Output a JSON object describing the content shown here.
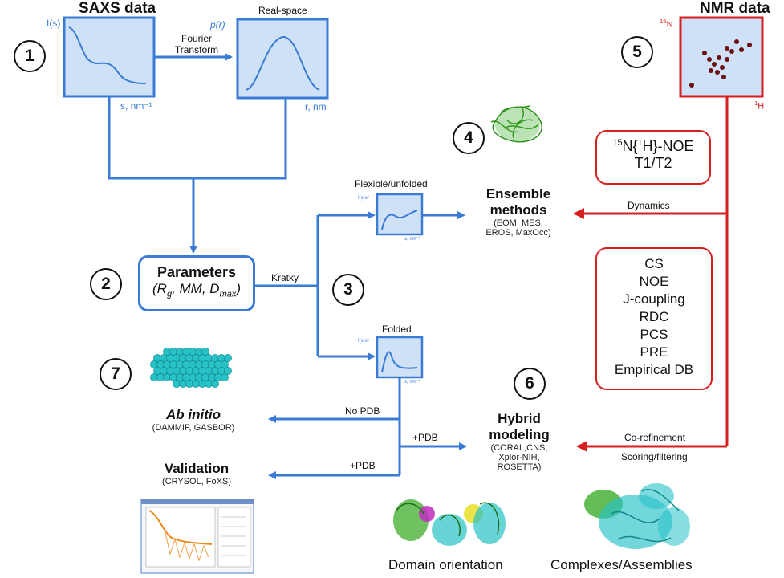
{
  "saxs": {
    "title": "SAXS data",
    "plot1": {
      "ylabel": "I(s)",
      "xlabel": "s, nm⁻¹"
    },
    "fourier": {
      "line1": "Fourier",
      "line2": "Transform"
    },
    "plot2": {
      "title": "Real-space",
      "ylabel": "p(r)",
      "xlabel": "r, nm"
    }
  },
  "nmr": {
    "title": "NMR data",
    "ylabel": "15N",
    "xlabel": "1H",
    "box_noe": {
      "line1": "15N{1H}-NOE",
      "line2": "T1/T2"
    },
    "dynamics": "Dynamics",
    "box_list": [
      "CS",
      "NOE",
      "J-coupling",
      "RDC",
      "PCS",
      "PRE",
      "Empirical DB"
    ],
    "corefinement": "Co-refinement",
    "scoring": "Scoring/filtering"
  },
  "steps": {
    "s1": "1",
    "s2": "2",
    "s3": "3",
    "s4": "4",
    "s5": "5",
    "s6": "6",
    "s7": "7"
  },
  "parameters": {
    "title": "Parameters",
    "vars": "(Rg, MM, Dmax)"
  },
  "kratky": {
    "label": "Kratky",
    "flexible": "Flexible/unfolded",
    "folded": "Folded",
    "ylabel": "I(s)s²",
    "xlabel": "s, nm⁻¹"
  },
  "ensemble": {
    "line1": "Ensemble",
    "line2": "methods",
    "tools1": "(EOM, MES,",
    "tools2": "EROS, MaxOcc)"
  },
  "hybrid": {
    "line1": "Hybrid",
    "line2": "modeling",
    "tools1": "(CORAL,CNS,",
    "tools2": "Xplor-NIH,",
    "tools3": "ROSETTA)"
  },
  "abinitio": {
    "title": "Ab initio",
    "tools": "(DAMMIF, GASBOR)"
  },
  "validation": {
    "title": "Validation",
    "tools": "(CRYSOL, FoXS)"
  },
  "arrows": {
    "no_pdb": "No PDB",
    "pdb1": "+PDB",
    "pdb2": "+PDB"
  },
  "bottom": {
    "domain": "Domain orientation",
    "complexes": "Complexes/Assemblies"
  },
  "colors": {
    "saxs_blue": "#3a7bd5",
    "nmr_red": "#d62020",
    "plot_fill": "#cfe1f7",
    "bead": "#26c2c8",
    "protein_green": "#3fae2a"
  }
}
